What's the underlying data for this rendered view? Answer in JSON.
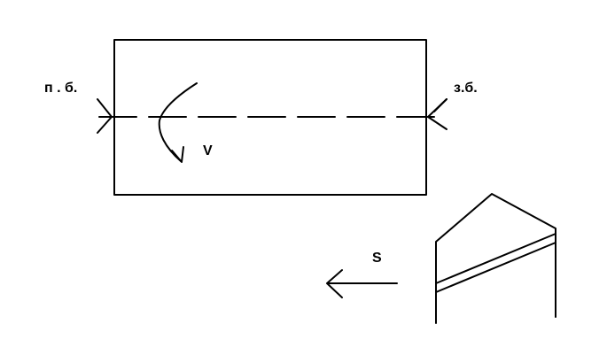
{
  "labels": {
    "front_headstock": "п . б.",
    "tailstock": "з.б.",
    "velocity": "V",
    "feed": "S"
  },
  "colors": {
    "stroke": "#000000",
    "background": "#ffffff"
  }
}
